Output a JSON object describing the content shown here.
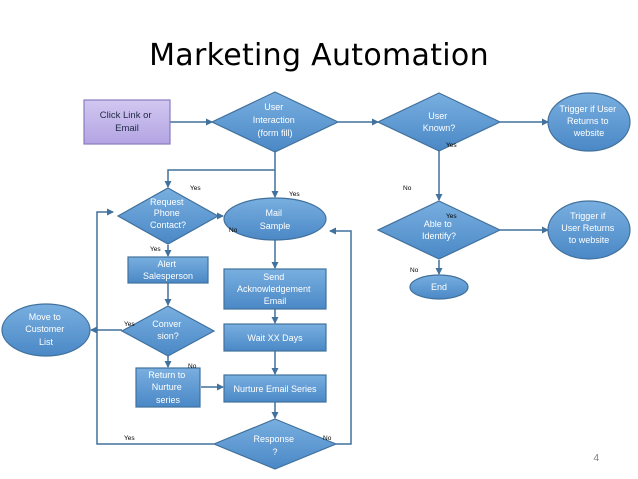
{
  "title": "Marketing Automation",
  "page_number": "4",
  "colors": {
    "node_fill": "#5b9bd5",
    "node_stroke": "#41719c",
    "start_fill": "#c3b5ea",
    "arrow": "#41719c"
  },
  "nodes": {
    "click_link": [
      "Click Link or",
      "Email"
    ],
    "user_interaction": [
      "User",
      "Interaction",
      "(form fill)"
    ],
    "user_known": [
      "User",
      "Known?"
    ],
    "trigger_returns": [
      "Trigger if User",
      "Returns to",
      "website"
    ],
    "request_phone": [
      "Request",
      "Phone",
      "Contact?"
    ],
    "mail_sample": [
      "Mail",
      "Sample"
    ],
    "able_identify": [
      "Able to",
      "Identify?"
    ],
    "trigger_returns_2": [
      "Trigger if",
      "User Returns",
      "to website"
    ],
    "alert_salesperson": [
      "Alert",
      "Salesperson"
    ],
    "send_ack": [
      "Send",
      "Acknowledgement",
      "Email"
    ],
    "end": [
      "End"
    ],
    "move_customer": [
      "Move to",
      "Customer",
      "List"
    ],
    "conversion": [
      "Conver",
      "sion?"
    ],
    "wait_days": [
      "Wait XX Days"
    ],
    "return_nurture": [
      "Return to",
      "Nurture",
      "series"
    ],
    "nurture_series": [
      "Nurture Email Series"
    ],
    "response": [
      "Response",
      "?"
    ]
  },
  "edge_labels": {
    "known_yes": "Yes",
    "known_no": "No",
    "request_yes": "Yes",
    "interaction_yes": "Yes",
    "request_no": "No",
    "alert_yes": "Yes",
    "identify_yes": "Yes",
    "identify_no": "No",
    "conversion_yes": "Yes",
    "conversion_no": "No",
    "response_yes": "Yes",
    "response_no": "No"
  }
}
